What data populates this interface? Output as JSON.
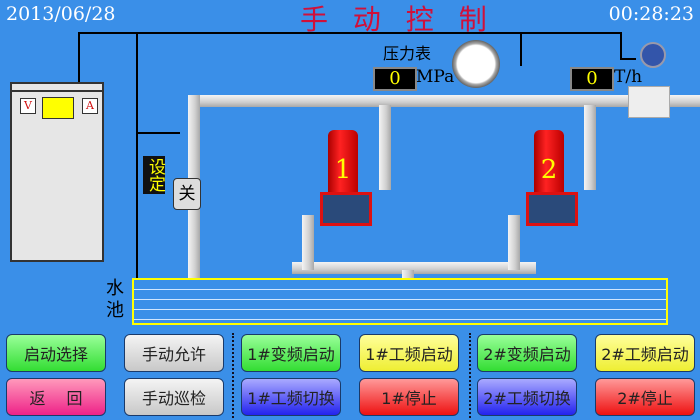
{
  "header": {
    "date": "2013/06/28",
    "title": "手 动 控 制",
    "time": "00:28:23"
  },
  "cabinet": {
    "v_label": "V",
    "a_label": "A"
  },
  "valve": {
    "set_label": "设定",
    "state_label": "关"
  },
  "pressure": {
    "label": "压力表",
    "value": "0",
    "unit": "MPa"
  },
  "flow": {
    "value": "0",
    "unit": "T/h"
  },
  "pumps": [
    {
      "label": "1"
    },
    {
      "label": "2"
    }
  ],
  "pool": {
    "label": "水池"
  },
  "buttons": {
    "start_select": "启动选择",
    "back": "返　 回",
    "manual_allow": "手动允许",
    "manual_patrol": "手动巡检",
    "p1_vf_start": "1#变频启动",
    "p1_pf_switch": "1#工频切换",
    "p1_pf_start": "1#工频启动",
    "p1_stop": "1#停止",
    "p2_vf_start": "2#变频启动",
    "p2_pf_switch": "2#工频切换",
    "p2_pf_start": "2#工频启动",
    "p2_stop": "2#停止"
  }
}
